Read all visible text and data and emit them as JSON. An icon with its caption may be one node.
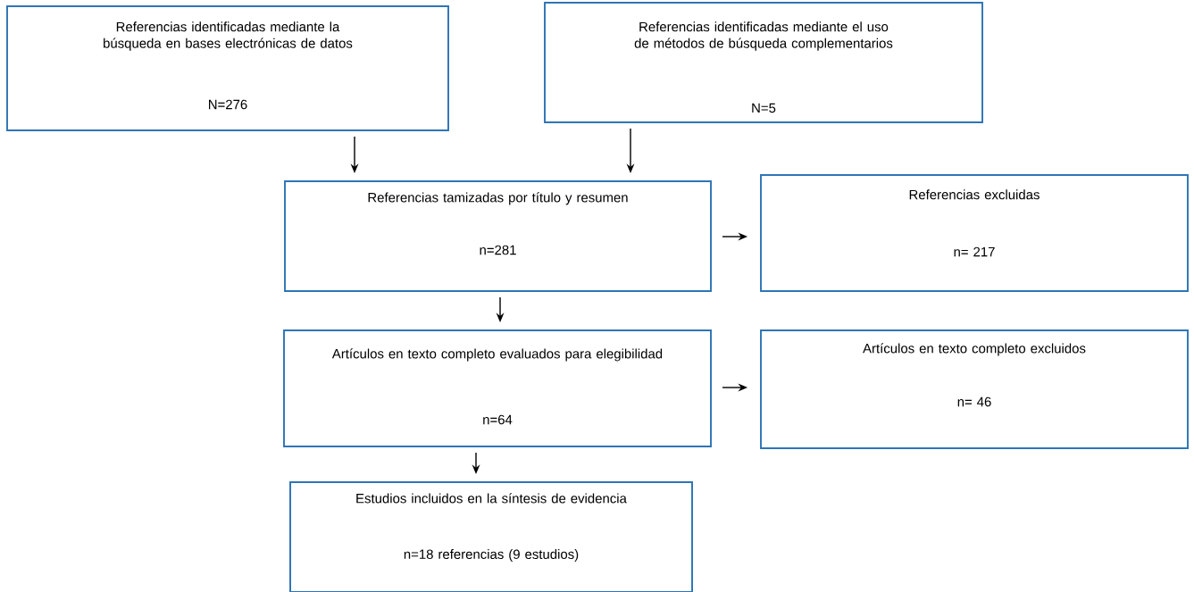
{
  "diagram": {
    "nodes": [
      {
        "text": [
          "Referencias identificadas mediante la búsqueda en bases electrónicas de datos",
          "N=276"
        ]
      },
      {
        "text": [
          "Referencias identificadas mediante el uso de métodos de búsqueda complementarios",
          "N=5"
        ]
      },
      {
        "text": [
          "Referencias tamizadas por título y resumen",
          "n=281"
        ]
      },
      {
        "text": [
          "Referencias excluidas",
          "n= 217"
        ]
      },
      {
        "text": [
          "Artículos en texto completo evaluados para elegibilidad",
          "n=64"
        ]
      },
      {
        "text": [
          "Artículos en texto completo excluidos",
          "n= 46"
        ]
      },
      {
        "text": [
          "Estudios incluidos en la síntesis de evidencia",
          "n=18 referencias (9 estudios)"
        ]
      }
    ],
    "edges": [
      {
        "from": 0,
        "to": 2,
        "arrow": "to"
      },
      {
        "from": 1,
        "to": 2,
        "arrow": "to"
      },
      {
        "from": 2,
        "to": 3,
        "arrow": "to"
      },
      {
        "from": 2,
        "to": 4,
        "arrow": "to"
      },
      {
        "from": 4,
        "to": 5,
        "arrow": "to"
      },
      {
        "from": 4,
        "to": 6,
        "arrow": "to"
      }
    ]
  }
}
